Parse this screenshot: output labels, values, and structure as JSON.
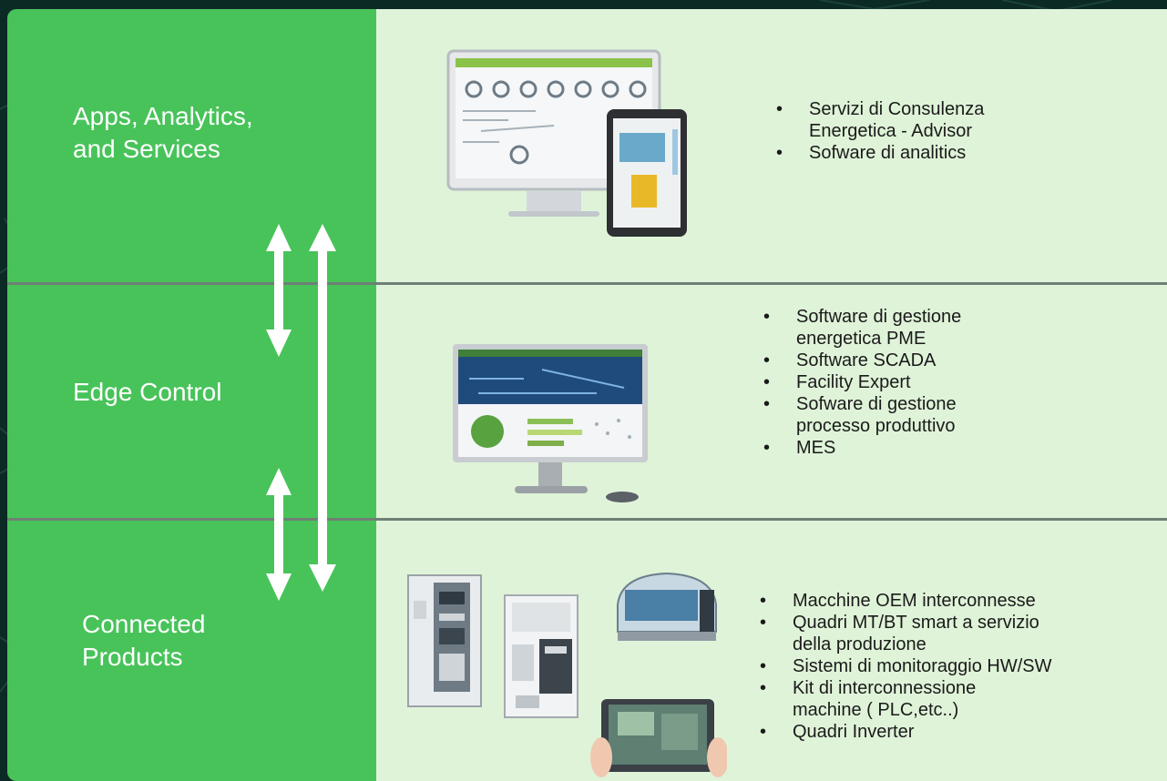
{
  "layers": [
    {
      "label": "Apps, Analytics,\nand Services",
      "items": [
        "Servizi di Consulenza Energetica - Advisor",
        "Sofware di analitics"
      ]
    },
    {
      "label": "Edge Control",
      "items": [
        "Software di gestione energetica PME",
        "Software SCADA",
        "Facility Expert",
        "Sofware di gestione processo produttivo",
        "MES"
      ]
    },
    {
      "label": "Connected\nProducts",
      "items": [
        "Macchine OEM interconnesse",
        "Quadri MT/BT smart a servizio della produzione",
        "Sistemi di monitoraggio HW/SW",
        "Kit di interconnessione machine ( PLC,etc..)",
        " Quadri Inverter"
      ]
    }
  ],
  "colors": {
    "left_column": "#48c35a",
    "right_column": "#dff3d8",
    "divider": "#6f7f76",
    "arrow": "#ffffff",
    "background": "#0c2a24"
  },
  "icons": [
    "monitor-tablet-dashboard-icon",
    "desktop-monitor-scada-icon",
    "electrical-cabinet-icon",
    "industrial-machine-icon",
    "tablet-in-hands-icon",
    "double-arrow-icon"
  ]
}
